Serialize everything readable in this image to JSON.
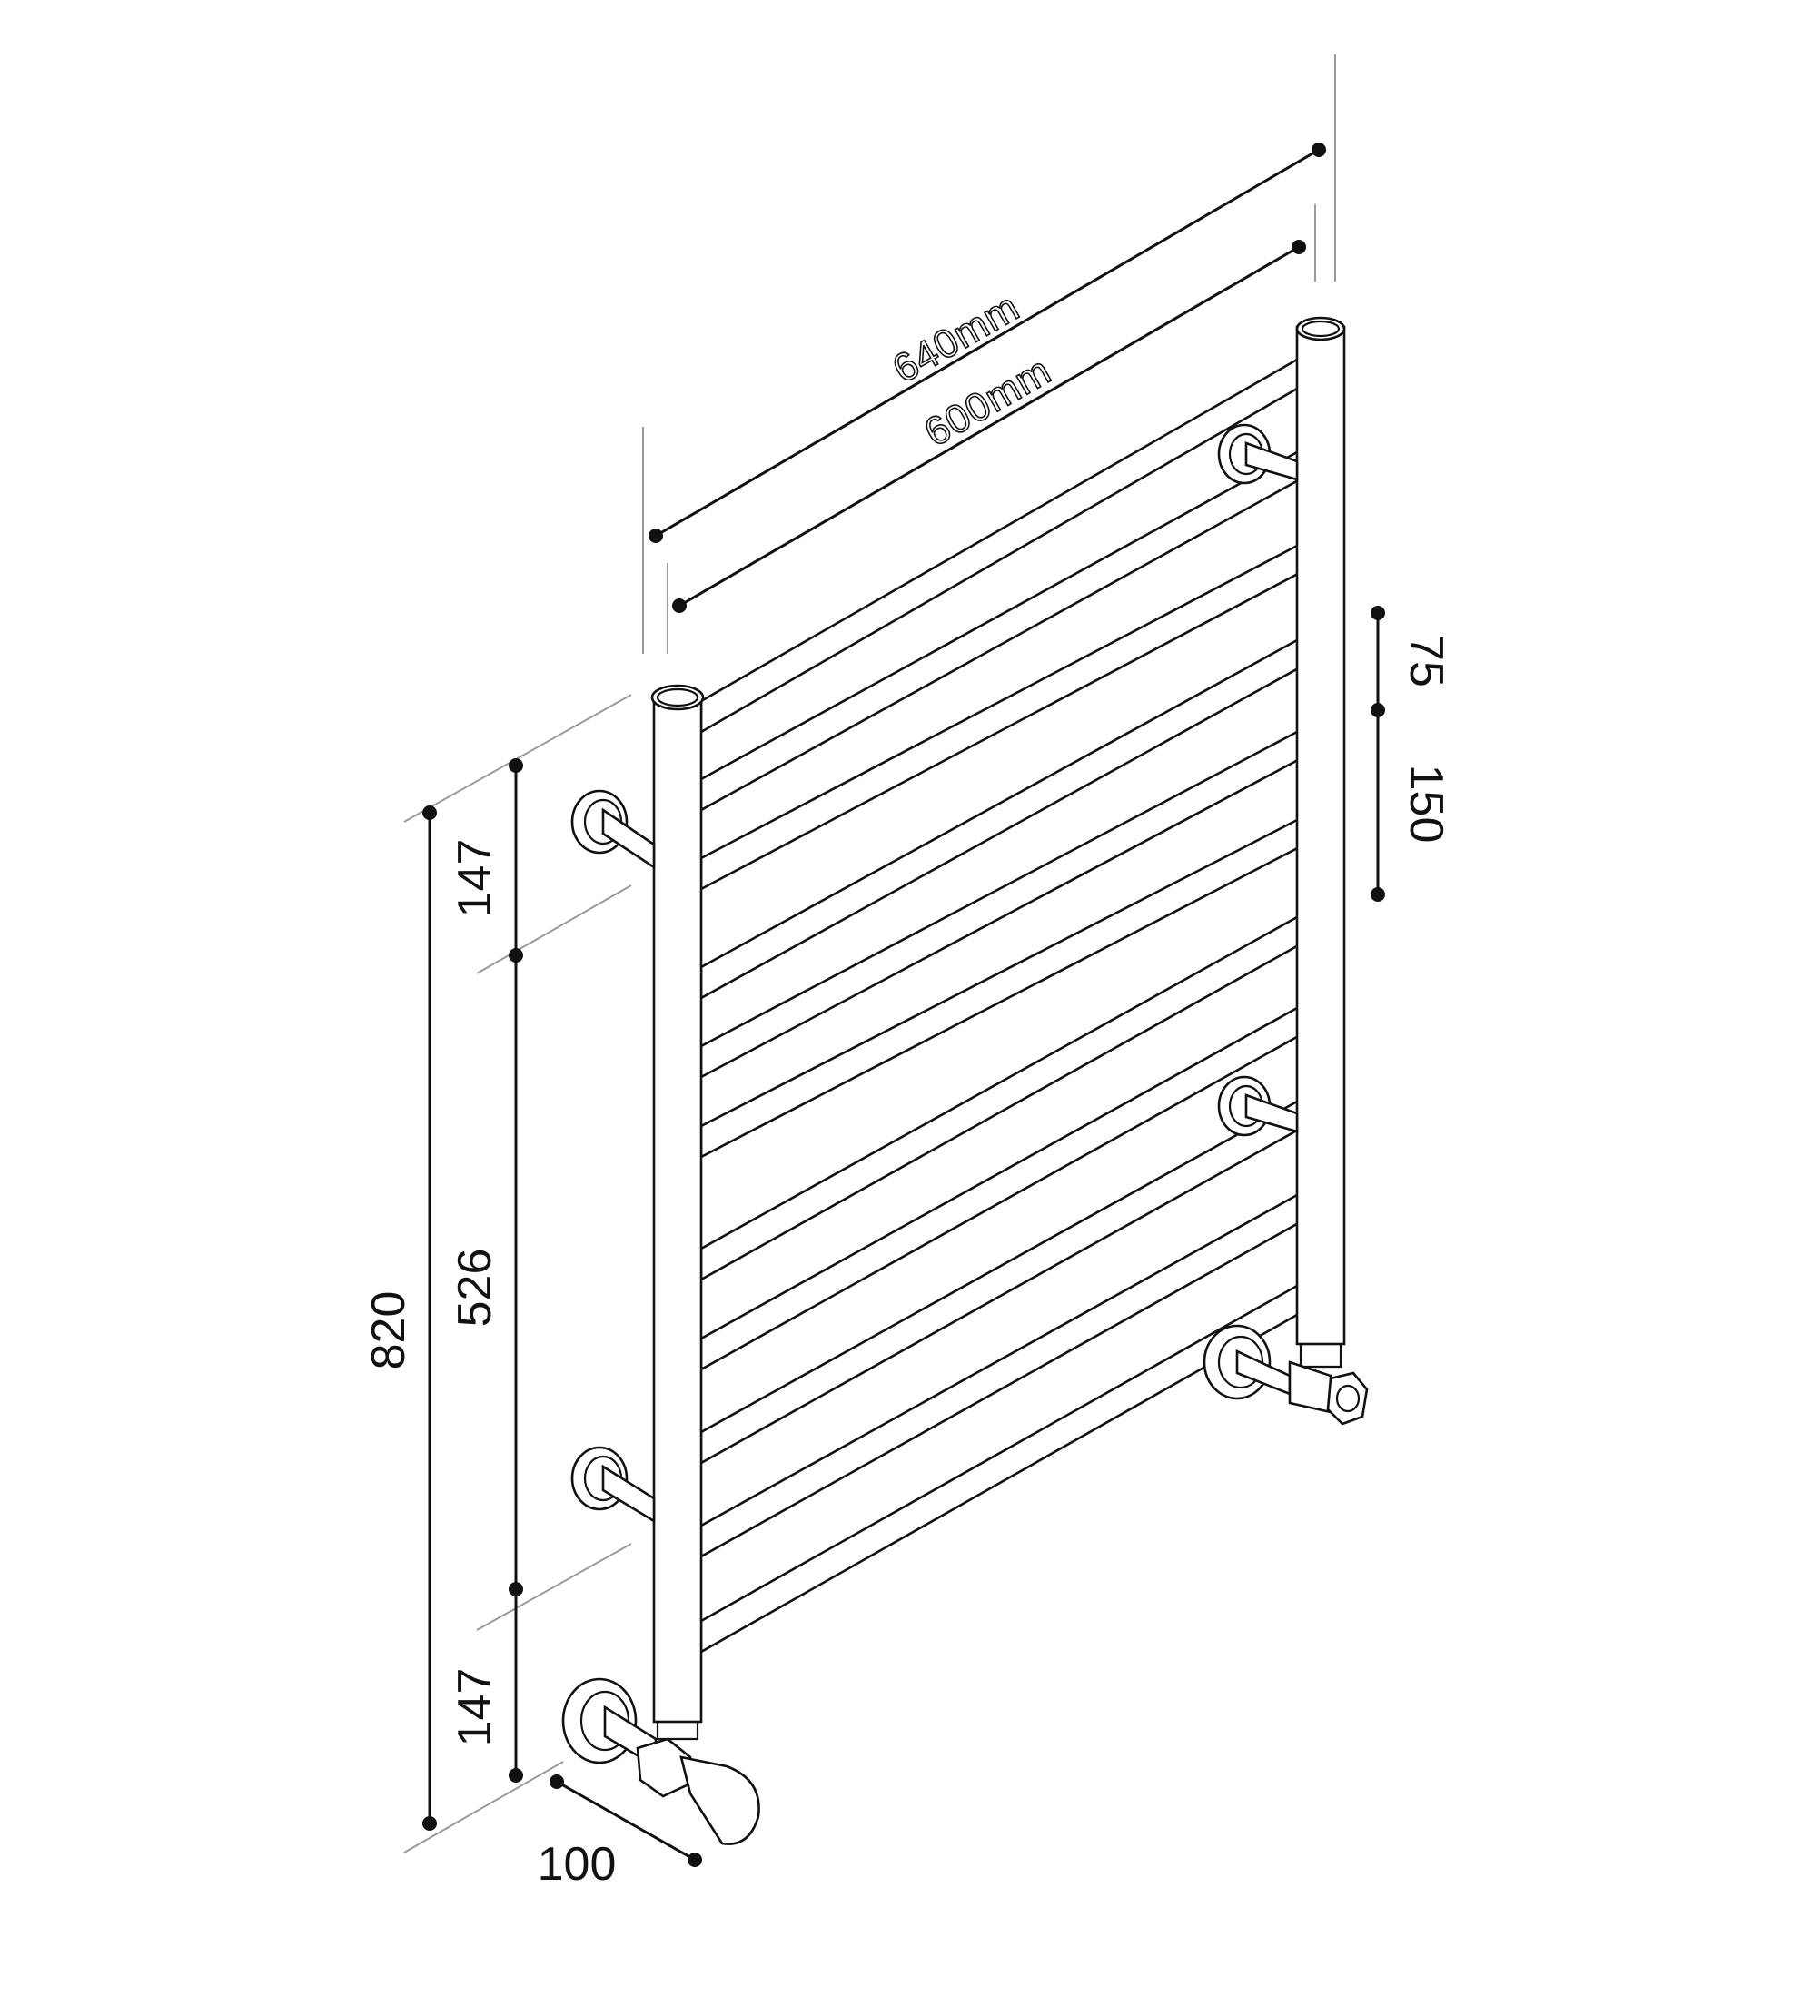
{
  "dimensions": {
    "overall_width": "640mm",
    "centre_width": "600mm",
    "overall_height": "820",
    "top_offset": "147",
    "bracket_spacing": "526",
    "bottom_offset": "147",
    "wall_depth": "100",
    "top_rail_gap": "75",
    "rail_gap": "150"
  },
  "colors": {
    "line": "#111111",
    "extension": "#9a9a9a",
    "background": "#ffffff"
  }
}
